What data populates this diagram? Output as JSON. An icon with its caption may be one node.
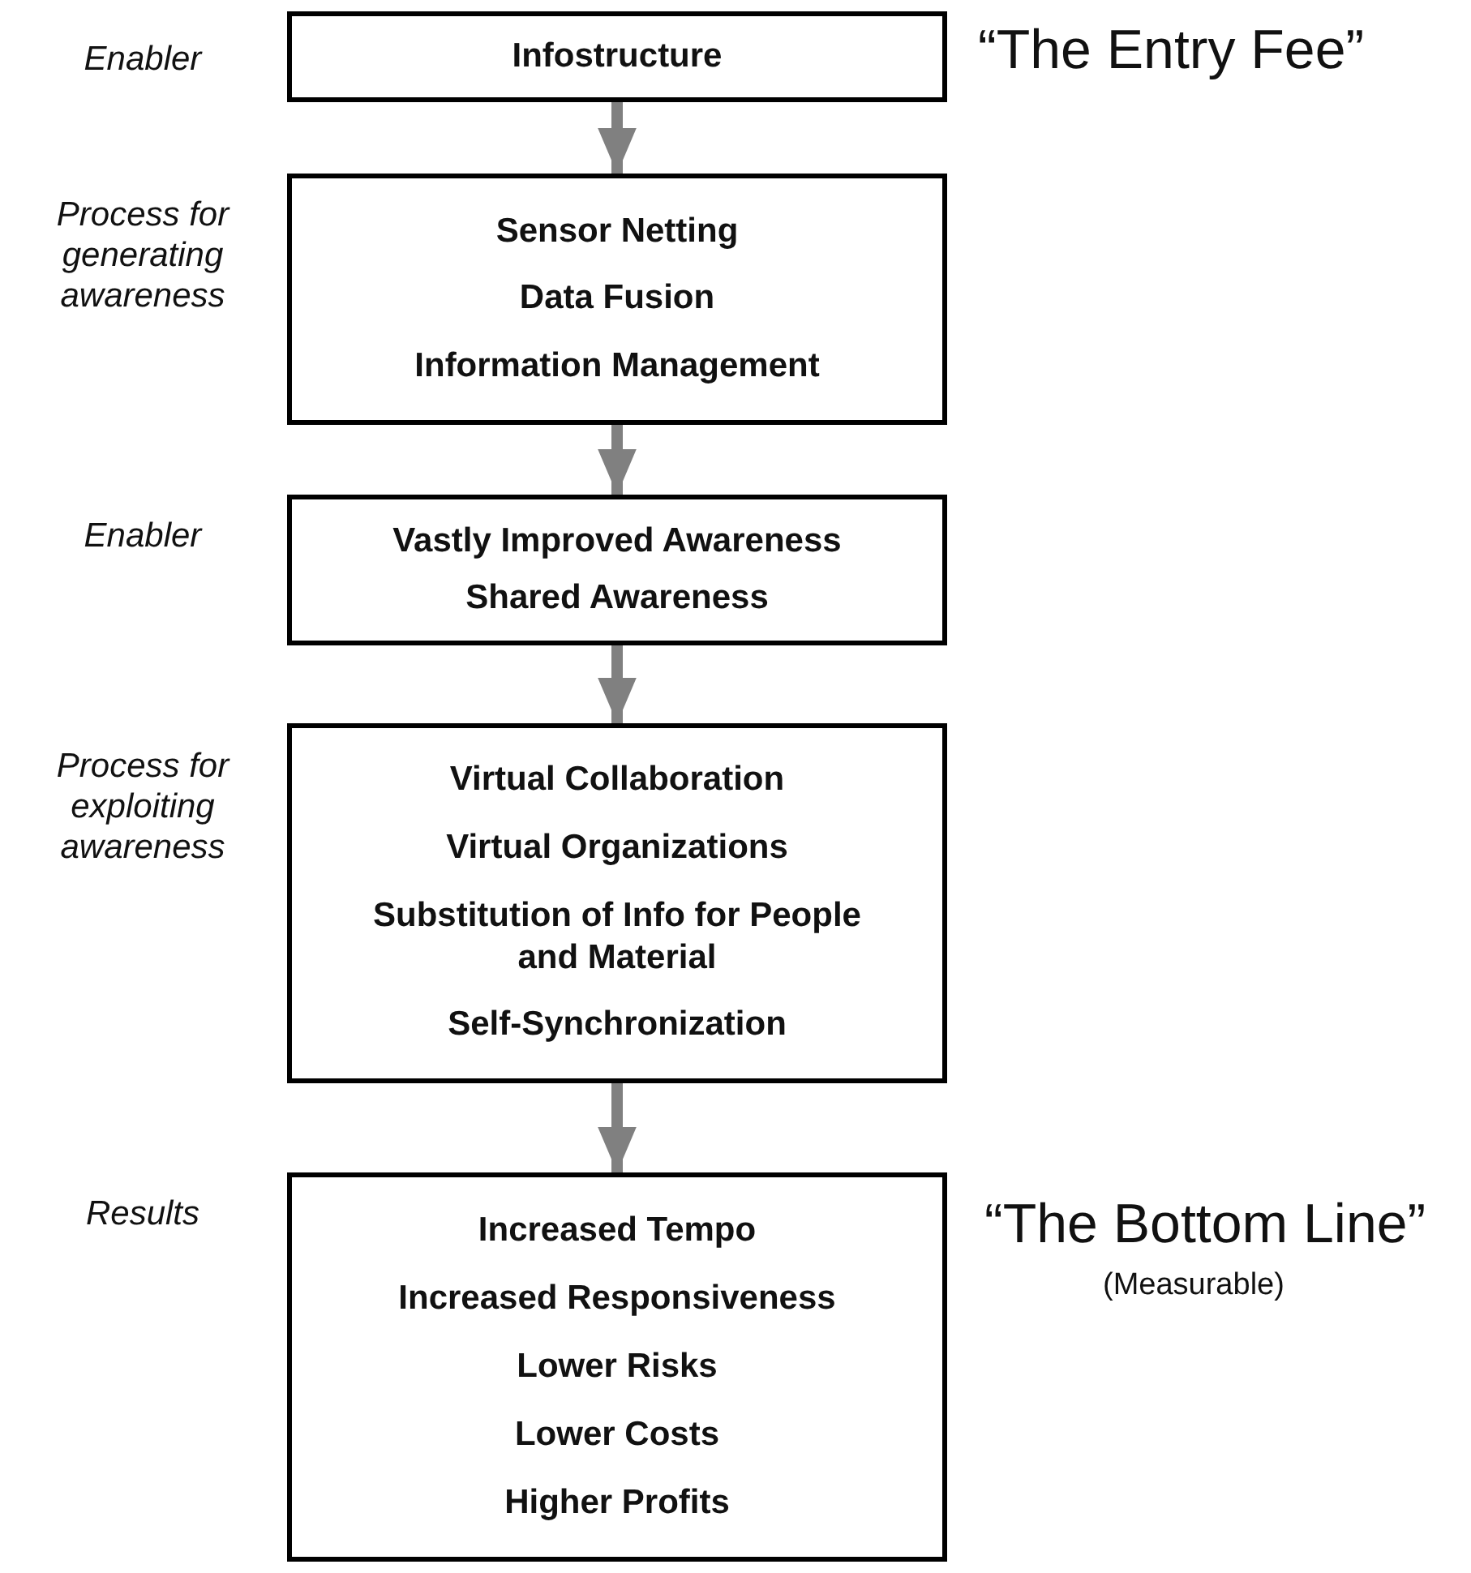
{
  "diagram": {
    "nodes": [
      {
        "text": [
          "Infostructure"
        ],
        "beside": [
          "Enabler",
          "“The Entry Fee”"
        ]
      },
      {
        "text": [
          "Sensor Netting",
          "Data Fusion",
          "Information Management"
        ],
        "beside": [
          "Process for generating awareness"
        ]
      },
      {
        "text": [
          "Vastly Improved Awareness",
          "Shared Awareness"
        ],
        "beside": [
          "Enabler"
        ]
      },
      {
        "text": [
          "Virtual Collaboration",
          "Virtual Organizations",
          "Substitution of Info for People and Material",
          "Self-Synchronization"
        ],
        "beside": [
          "Process for exploiting awareness"
        ]
      },
      {
        "text": [
          "Increased Tempo",
          "Increased Responsiveness",
          "Lower Risks",
          "Lower Costs",
          "Higher Profits"
        ],
        "beside": [
          "Results",
          "“The Bottom Line”",
          "(Measurable)"
        ]
      }
    ],
    "edges": [
      {
        "from": 0,
        "to": 1,
        "arrow": "to"
      },
      {
        "from": 1,
        "to": 2,
        "arrow": "to"
      },
      {
        "from": 2,
        "to": 3,
        "arrow": "to"
      },
      {
        "from": 3,
        "to": 4,
        "arrow": "to"
      }
    ]
  }
}
